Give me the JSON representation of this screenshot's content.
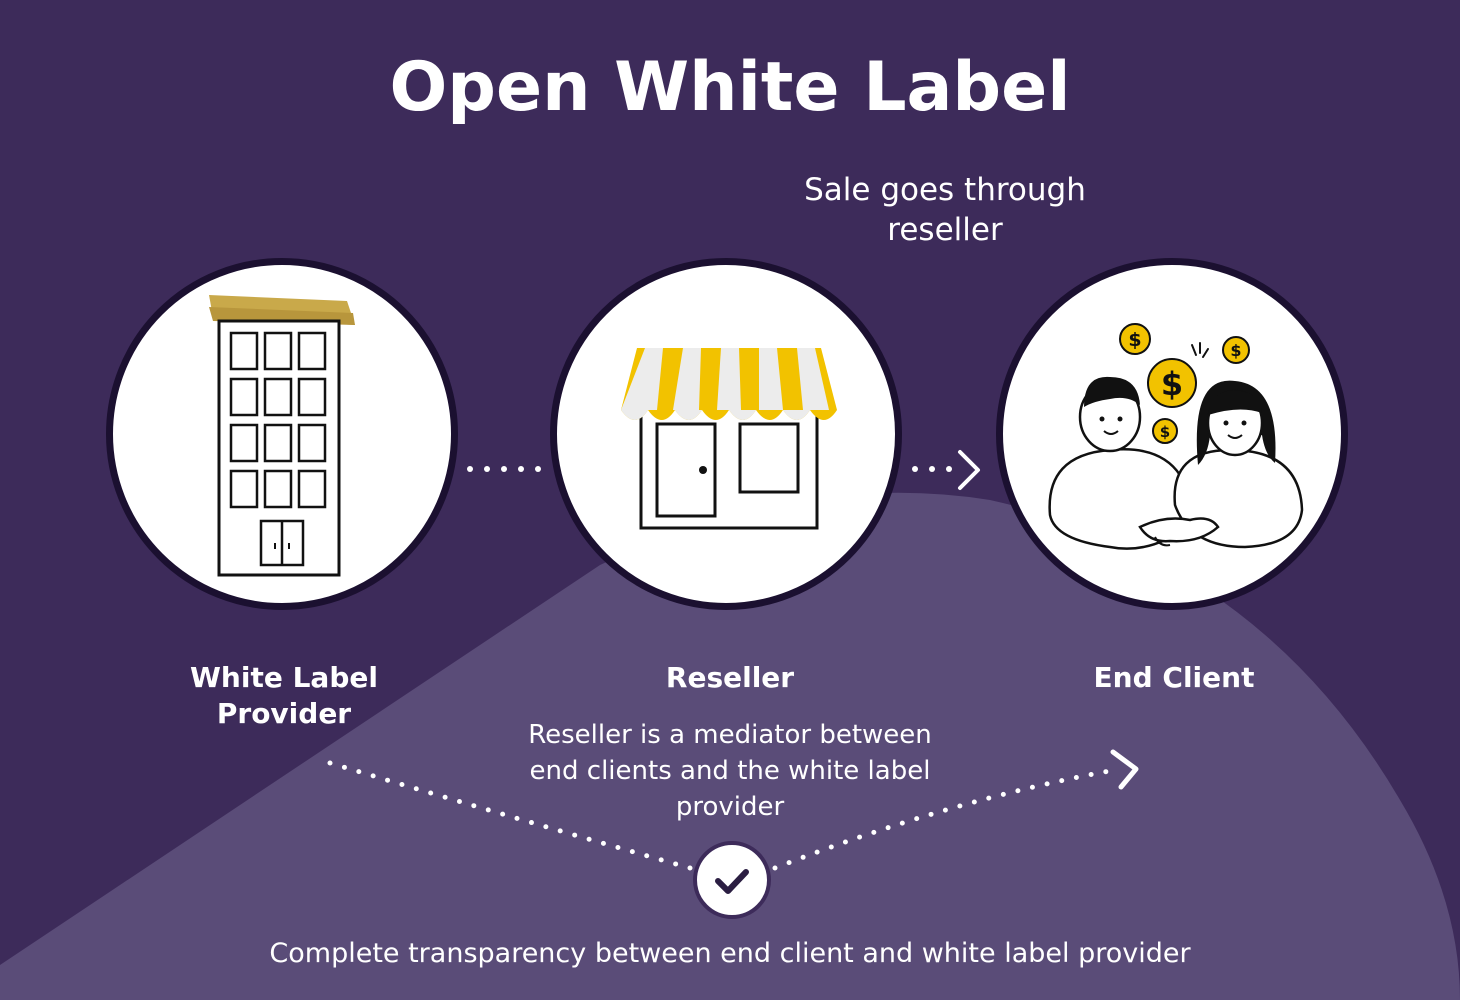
{
  "title": "Open White Label",
  "top_note": [
    "Sale goes through",
    "reseller"
  ],
  "nodes": [
    {
      "label": [
        "White Label",
        "Provider"
      ],
      "icon": "office-building-icon"
    },
    {
      "label": [
        "Reseller"
      ],
      "icon": "storefront-icon"
    },
    {
      "label": [
        "End Client"
      ],
      "icon": "clients-handshake-icon"
    }
  ],
  "reseller_description": [
    "Reseller is a mediator between",
    "end clients and the white label",
    "provider"
  ],
  "bottom_note": "Complete transparency between end client and white label provider",
  "colors": {
    "background": "#3d2b5a",
    "light_wedge": "#5a4c78",
    "accent_yellow": "#f2c200",
    "accent_gold": "#c9a94a",
    "ink": "#1b1030"
  }
}
